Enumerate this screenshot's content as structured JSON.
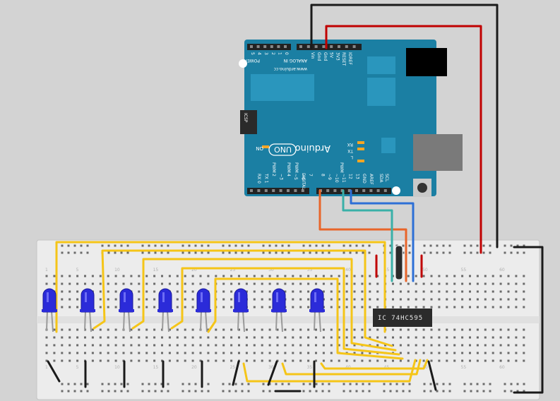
{
  "arduino": {
    "brand": "Arduino",
    "model": "UNO",
    "url": "www.arduino.cc",
    "on_label": "ON",
    "icsp_label": "ICSP",
    "digital_label": "DIGITAL",
    "pwm_label": "PWM",
    "power_label": "POWER",
    "analog_label": "ANALOG IN",
    "led_labels": [
      "L",
      "TX",
      "RX"
    ],
    "power_pins": [
      "IOREF",
      "RESET",
      "3V3",
      "5V",
      "Gnd",
      "Gnd",
      "Vin"
    ],
    "analog_pins": [
      "0",
      "1",
      "2",
      "3",
      "4",
      "5"
    ],
    "digital_pins": [
      "AREF",
      "GND",
      "13",
      "12",
      "~11",
      "~10",
      "~9",
      "8",
      "7",
      "~6",
      "~5",
      "4",
      "~3",
      "2",
      "TX 1",
      "RX 0"
    ],
    "i2c": [
      "SCL",
      "SDA"
    ]
  },
  "chip": {
    "label": "IC 74HC595"
  },
  "breadboard": {
    "column_numbers": [
      "1",
      "5",
      "10",
      "15",
      "20",
      "25",
      "30",
      "35",
      "40",
      "45",
      "50",
      "55",
      "60"
    ]
  },
  "leds": {
    "count": 8,
    "color": "#2b2bd9"
  },
  "colors": {
    "background": "#d3d3d3",
    "board": "#1b7fa3",
    "wire_red": "#c00000",
    "wire_black": "#1a1a1a",
    "wire_yellow": "#f5c518",
    "wire_orange": "#e8652a",
    "wire_blue": "#2d6fd6",
    "wire_teal": "#3ab0a8"
  }
}
